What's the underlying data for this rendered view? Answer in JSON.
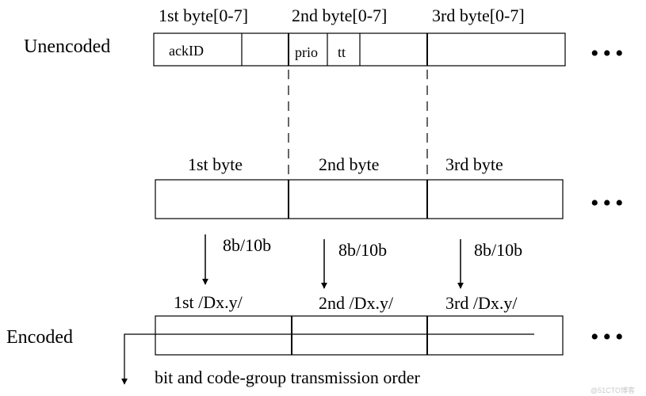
{
  "unencoded": {
    "row_label": "Unencoded",
    "headers": [
      "1st byte[0-7]",
      "2nd byte[0-7]",
      "3rd byte[0-7]"
    ],
    "fields": [
      "ackID",
      "prio",
      "tt"
    ]
  },
  "middle": {
    "headers": [
      "1st byte",
      "2nd byte",
      "3rd byte"
    ]
  },
  "encoding": {
    "labels": [
      "8b/10b",
      "8b/10b",
      "8b/10b"
    ],
    "headers": [
      "1st /Dx.y/",
      "2nd /Dx.y/",
      "3rd /Dx.y/"
    ]
  },
  "encoded": {
    "row_label": "Encoded"
  },
  "order_caption": "bit and code-group transmission order",
  "ellipsis": "•••",
  "watermark": "@51CTO博客"
}
